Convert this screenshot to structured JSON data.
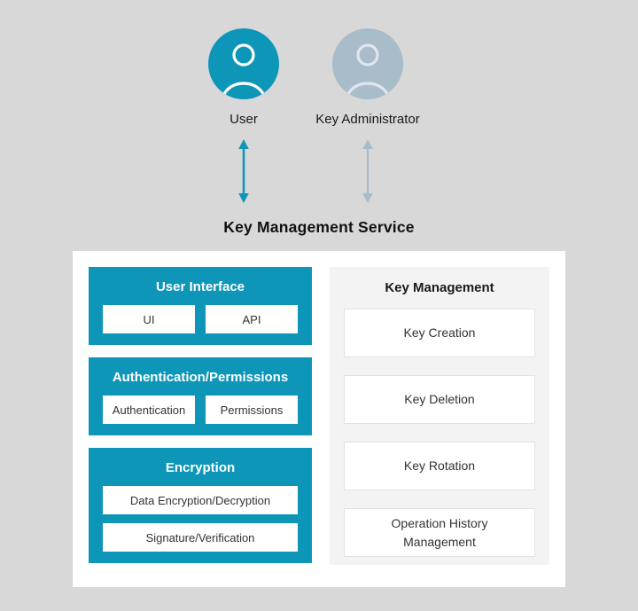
{
  "title": "Key Management Service",
  "actors": [
    {
      "label": "User"
    },
    {
      "label": "Key Administrator"
    }
  ],
  "colors": {
    "background": "#d8d8d8",
    "teal_accent": "#0e96b8",
    "admin_gray_blue": "#a9bcca",
    "panel_background": "#f3f3f3",
    "container_background": "#ffffff"
  },
  "left_panels": [
    {
      "header": "User Interface",
      "items": [
        "UI",
        "API"
      ]
    },
    {
      "header": "Authentication/Permissions",
      "items": [
        "Authentication",
        "Permissions"
      ]
    },
    {
      "header": "Encryption",
      "items": [
        "Data Encryption/Decryption",
        "Signature/Verification"
      ]
    }
  ],
  "right_panel": {
    "header": "Key Management",
    "items": [
      "Key Creation",
      "Key Deletion",
      "Key Rotation",
      "Operation History Management"
    ]
  }
}
